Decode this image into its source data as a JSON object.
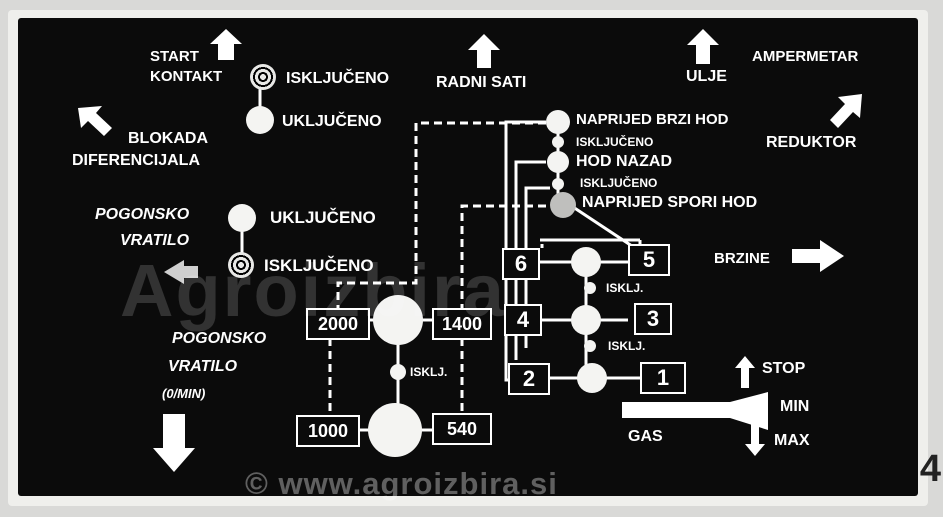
{
  "labels": {
    "start": "START",
    "kontakt": "KONTAKT",
    "iskljuceno_top": "ISKLJUČENO",
    "ukljuceno_top": "UKLJUČENO",
    "radni_sati": "RADNI SATI",
    "ulje": "ULJE",
    "ampermetar": "AMPERMETAR",
    "blokada": "BLOKADA",
    "diferencijala": "DIFERENCIJALA",
    "reduktor": "REDUKTOR",
    "pogonsko_1": "POGONSKO",
    "vratilo_1": "VRATILO",
    "ukljuceno_mid": "UKLJUČENO",
    "iskljuceno_mid": "ISKLJUČENO",
    "pogonsko_2": "POGONSKO",
    "vratilo_2": "VRATILO",
    "min_unit": "(0/MIN)",
    "naprijed_brzi": "NAPRIJED BRZI HOD",
    "iskljuceno_s1": "ISKLJUČENO",
    "hod_nazad": "HOD NAZAD",
    "iskljuceno_s2": "ISKLJUČENO",
    "naprijed_spori": "NAPRIJED SPORI HOD",
    "brzine": "BRZINE",
    "isklj_a": "ISKLJ.",
    "isklj_b": "ISKLJ.",
    "isklj_c": "ISKLJ.",
    "stop": "STOP",
    "min": "MIN",
    "max": "MAX",
    "gas": "GAS"
  },
  "pto_speeds": {
    "s2000": "2000",
    "s1400": "1400",
    "s1000": "1000",
    "s540": "540"
  },
  "gears": {
    "g6": "6",
    "g5": "5",
    "g4": "4",
    "g3": "3",
    "g2": "2",
    "g1": "1"
  },
  "watermark": {
    "center": "Agroizbira",
    "bottom": "© www.agroizbira.si"
  },
  "corner_mark": "4",
  "colors": {
    "panel": "#0b0b0b",
    "ink": "#ffffff",
    "plate": "#efefec"
  }
}
